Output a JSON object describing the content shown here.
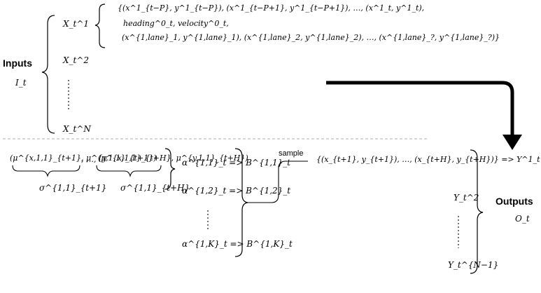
{
  "inputs": {
    "title": "Inputs",
    "symbol": "I_t",
    "agents": [
      "X_t^1",
      "X_t^2",
      "X_t^N"
    ],
    "features": {
      "line1": "{(x^1_{t−P}, y^1_{t−P}), (x^1_{t−P+1}, y^1_{t−P+1}), …, (x^1_t, y^1_t),",
      "line2": "heading^0_t, velocity^0_t,",
      "line3": "(x^{1,lane}_1, y^{1,lane}_1), (x^{1,lane}_2, y^{1,lane}_2), …, (x^{1,lane}_?, y^{1,lane}_?)}"
    }
  },
  "distribution": {
    "mu_first": "(μ^{x,1,1}_{t+1}, μ^{y,1,1}_{t+1})",
    "separator": ", …,",
    "mu_last": "(μ^{x,1,1}_{t+H}, μ^{y,1,1}_{t+H})",
    "sigma_first": "σ^{1,1}_{t+1}",
    "sigma_last": "σ^{1,1}_{t+H}"
  },
  "modes": [
    "α^{1,1}_t => B^{1,1}_t",
    "α^{1,2}_t => B^{1,2}_t",
    "α^{1,K}_t => B^{1,K}_t"
  ],
  "sample_label": "sample",
  "sampled_trajectory": "{(x_{t+1}, y_{t+1}), …, (x_{t+H}, y_{t+H})} => Y^1_t",
  "outputs": {
    "title": "Outputs",
    "symbol": "O_t",
    "agents": [
      "Y_t^2",
      "Y_t^{N−1}"
    ]
  },
  "colors": {
    "ink": "#000000",
    "divider": "#c8c8c8",
    "background": "#ffffff"
  }
}
